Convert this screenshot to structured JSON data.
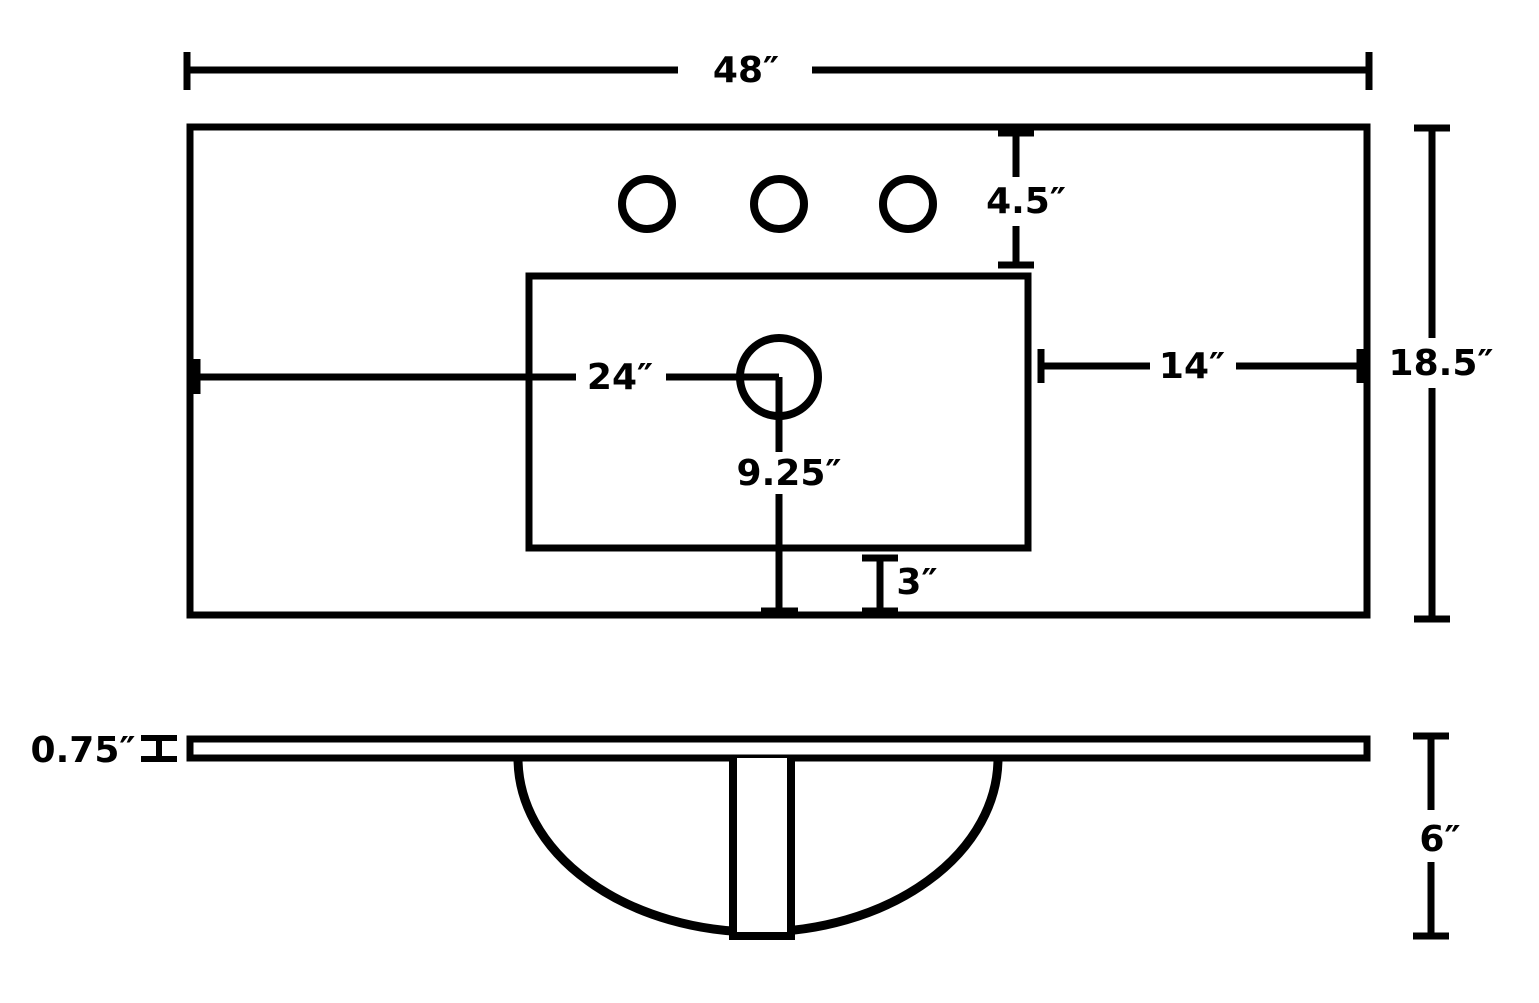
{
  "diagram": {
    "type": "technical dimension drawing - bathroom vanity top with oval undermount sink",
    "units": "inches",
    "colors": {
      "ink": "#000000",
      "background": "#ffffff"
    },
    "top_view": {
      "faucet_hole_count": 3,
      "labels": {
        "overall_width": "48″",
        "faucet_hole_setback": "4.5″",
        "drain_center_from_left_edge": "24″",
        "cutout_to_right_edge": "14″",
        "overall_depth": "18.5″",
        "drain_center_to_front": "9.25″",
        "cutout_to_front_edge": "3″"
      }
    },
    "front_view": {
      "labels": {
        "countertop_thickness": "0.75″",
        "bowl_depth": "6″"
      }
    }
  }
}
